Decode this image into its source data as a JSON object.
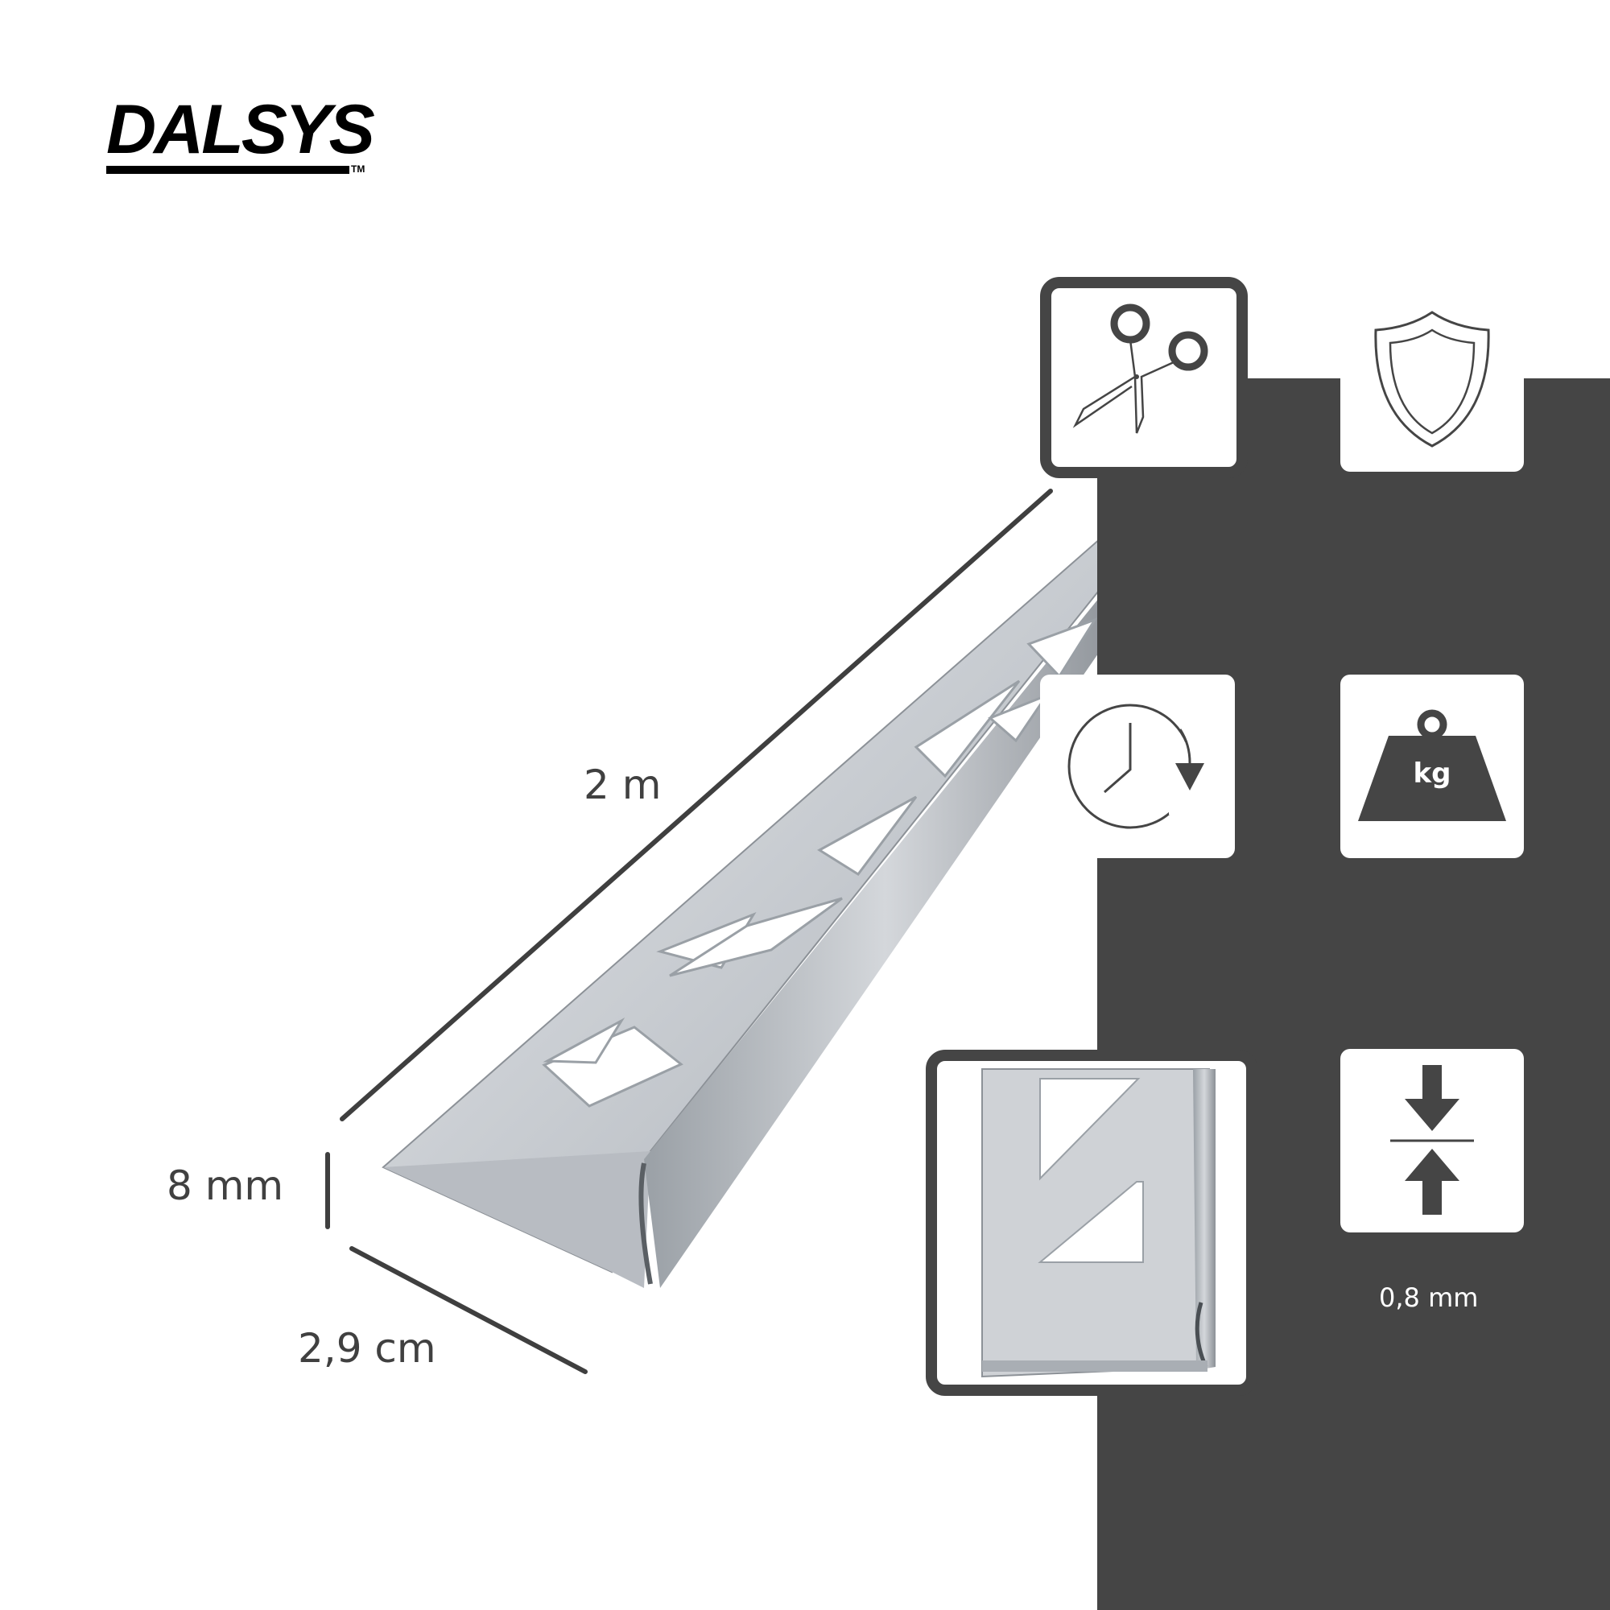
{
  "brand": {
    "name": "DALSYS",
    "trademark": "TM"
  },
  "dimensions": {
    "length": "2 m",
    "height": "8 mm",
    "width": "2,9 cm"
  },
  "features": {
    "cuttable": {
      "icon": "scissors-icon"
    },
    "protection": {
      "icon": "shield-icon"
    },
    "durability": {
      "icon": "clock-icon"
    },
    "weight": {
      "icon": "weight-icon",
      "unit": "kg"
    },
    "thickness": {
      "icon": "thickness-icon",
      "value": "0,8 mm"
    }
  },
  "colors": {
    "panel": "#454545",
    "steel": "#c9ccd0",
    "background": "#ffffff"
  }
}
